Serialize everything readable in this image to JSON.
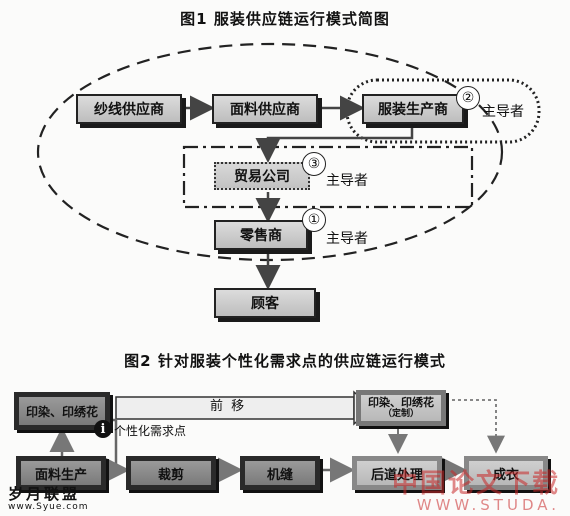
{
  "fig1": {
    "title": "图1   服装供应链运行模式简图",
    "nodes": {
      "yarn_supplier": "纱线供应商",
      "fabric_supplier": "面料供应商",
      "garment_maker": "服装生产商",
      "trading_company": "贸易公司",
      "retailer": "零售商",
      "customer": "顾客"
    },
    "leaders": [
      {
        "num": "②",
        "label": "主导者"
      },
      {
        "num": "③",
        "label": "主导者"
      },
      {
        "num": "①",
        "label": "主导者"
      }
    ]
  },
  "fig2": {
    "title": "图2   针对服装个性化需求点的供应链运行模式",
    "nodes": {
      "print_embroidery": "印染、印绣花",
      "print_embroidery_custom_1": "印染、印绣花",
      "print_embroidery_custom_2": "（定制）",
      "fabric_production": "面料生产",
      "cutting": "裁剪",
      "sewing": "机缝",
      "post_processing": "后道处理",
      "finished_garment": "成衣"
    },
    "forward_label": "前  移",
    "demand_point_label": "个性化需求点",
    "info_icon": "i"
  },
  "watermarks": {
    "left_main": "岁月联盟",
    "left_sub": "www.Syue.com",
    "right_main": "中国论文下载",
    "right_sub": "WWW.STUDA."
  }
}
